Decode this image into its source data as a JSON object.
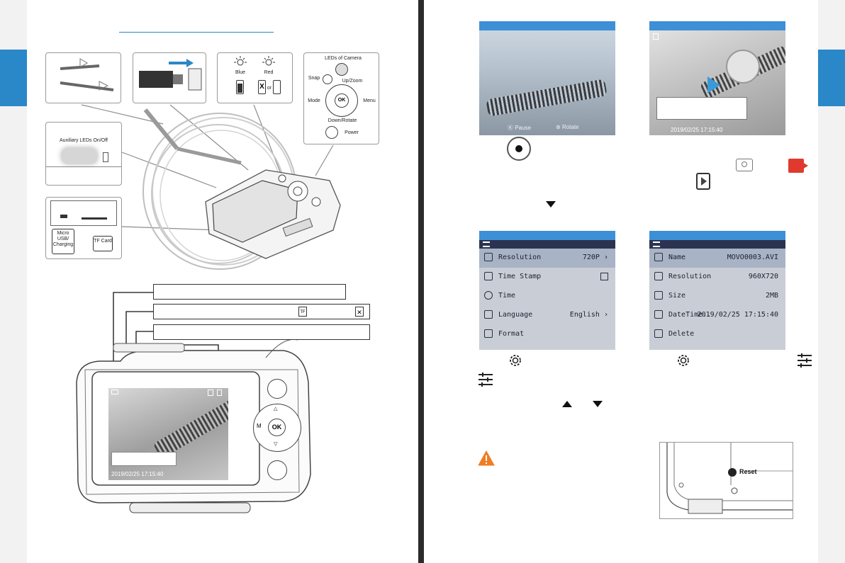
{
  "left_page": {
    "diagram_labels": {
      "leds_of_camera": "LEDs of Camera",
      "snap": "Snap",
      "up_zoom": "Up/Zoom",
      "mode": "Mode",
      "menu": "Menu",
      "ok": "OK",
      "m": "M",
      "down_rotate": "Down/Rotate",
      "power": "Power",
      "blue": "Blue",
      "red": "Red",
      "or": "or",
      "auxiliary_leds": "Auxiliary LEDs On/Off",
      "micro_usb": "Micro USB/ Charging",
      "tf_card": "TF Card"
    },
    "tf_icon": "TF",
    "live_timestamp": "2019/02/25 17:15:40"
  },
  "right_page": {
    "photo_screen": {
      "ok_hint": "Pause",
      "rotate_hint": "Rotate"
    },
    "video_screen": {
      "timestamp": "2019/02/25 17:15:40"
    },
    "settings_menu": {
      "items": [
        {
          "label": "Resolution",
          "value": "720P",
          "arrow": true
        },
        {
          "label": "Time Stamp",
          "value": "",
          "checkbox": true
        },
        {
          "label": "Time",
          "value": ""
        },
        {
          "label": "Language",
          "value": "English",
          "arrow": true
        },
        {
          "label": "Format",
          "value": ""
        }
      ]
    },
    "file_info": {
      "items": [
        {
          "label": "Name",
          "value": "MOVO0003.AVI"
        },
        {
          "label": "Resolution",
          "value": "960X720"
        },
        {
          "label": "Size",
          "value": "2MB"
        },
        {
          "label": "DateTime..",
          "value": "2019/02/25 17:15:40"
        },
        {
          "label": "Delete",
          "value": ""
        }
      ]
    },
    "reset_label": "Reset"
  },
  "colors": {
    "accent": "#2a87c8",
    "screen_bar": "#3d8fd6",
    "warning": "#f07d22",
    "record_red": "#e03a2e"
  }
}
